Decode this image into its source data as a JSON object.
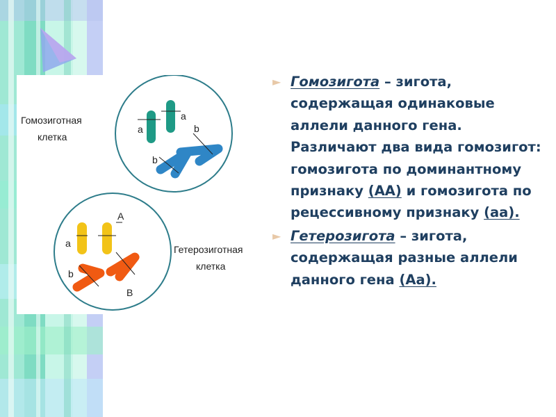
{
  "figure": {
    "homozygous_cell_label": [
      "Гомозиготная",
      "клетка"
    ],
    "heterozygous_cell_label": [
      "Гетерозиготная",
      "клетка"
    ],
    "homozygous_alleles": {
      "a_left": "a",
      "a_right": "a",
      "b_right": "b",
      "b_left": "b"
    },
    "heterozygous_alleles": {
      "A": "A",
      "a": "a",
      "b": "b",
      "B": "B"
    },
    "colors": {
      "circle_stroke": "#2d7c8a",
      "teal_chromosome": "#1f9a86",
      "blue_chromosome": "#2f86c6",
      "yellow_chromosome": "#f2c318",
      "orange_chromosome": "#f05a12"
    }
  },
  "text": {
    "bullet_icon": "pyramid-bullet-icon",
    "item1": {
      "term": "Гомозигота",
      "body_1": " – зигота, содержащая одинаковые аллели данного гена. Различают два вида гомозигот: гомозигота по доминантному признаку ",
      "code_1": "(АА)",
      "body_2": " и гомозигота по рецессивному признаку ",
      "code_2": "(аа)."
    },
    "item2": {
      "term": "Гетерозигота",
      "body_1": " – зигота, содержащая разные аллели данного гена ",
      "code_1": "(Аа)."
    }
  }
}
